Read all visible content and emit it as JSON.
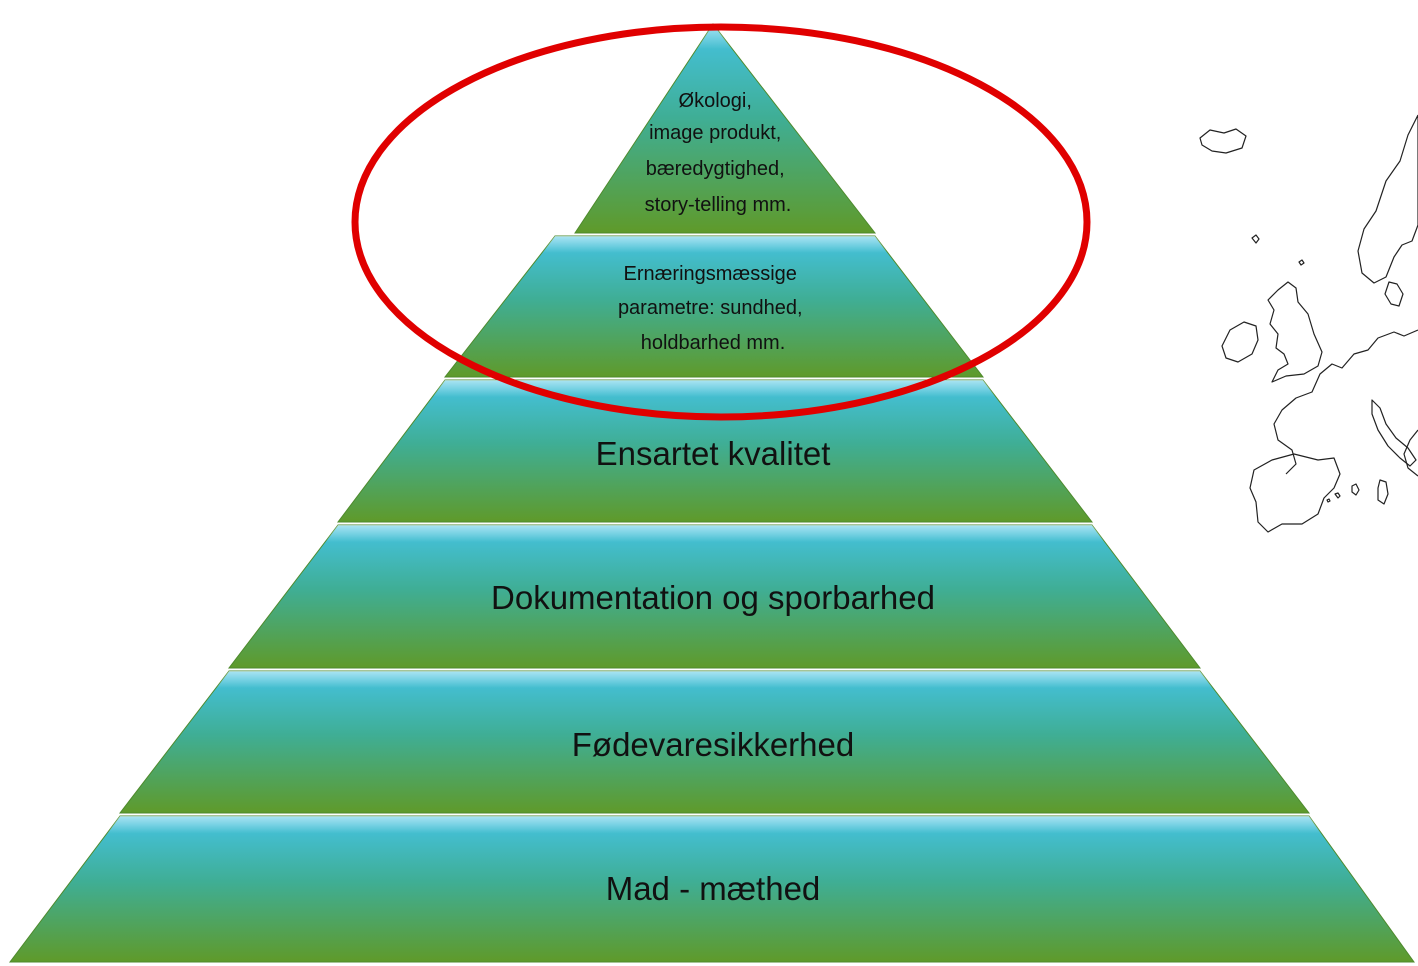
{
  "pyramid": {
    "tiers": [
      {
        "lines": [
          "Økologi,",
          "image produkt,",
          "bæredygtighed,",
          "story-telling mm."
        ]
      },
      {
        "lines": [
          "Ernæringsmæssige",
          "parametre: sundhed,",
          "holdbarhed mm."
        ]
      },
      {
        "lines": [
          "Ensartet kvalitet"
        ]
      },
      {
        "lines": [
          "Dokumentation og sporbarhed"
        ]
      },
      {
        "lines": [
          "Fødevaresikkerhed"
        ]
      },
      {
        "lines": [
          "Mad - mæthed"
        ]
      }
    ],
    "colors": {
      "top": "#45c3e3",
      "bottom": "#5f9a2a",
      "highlight": "#e00000"
    }
  },
  "map": {
    "icon": "europe-map-outline-icon"
  }
}
